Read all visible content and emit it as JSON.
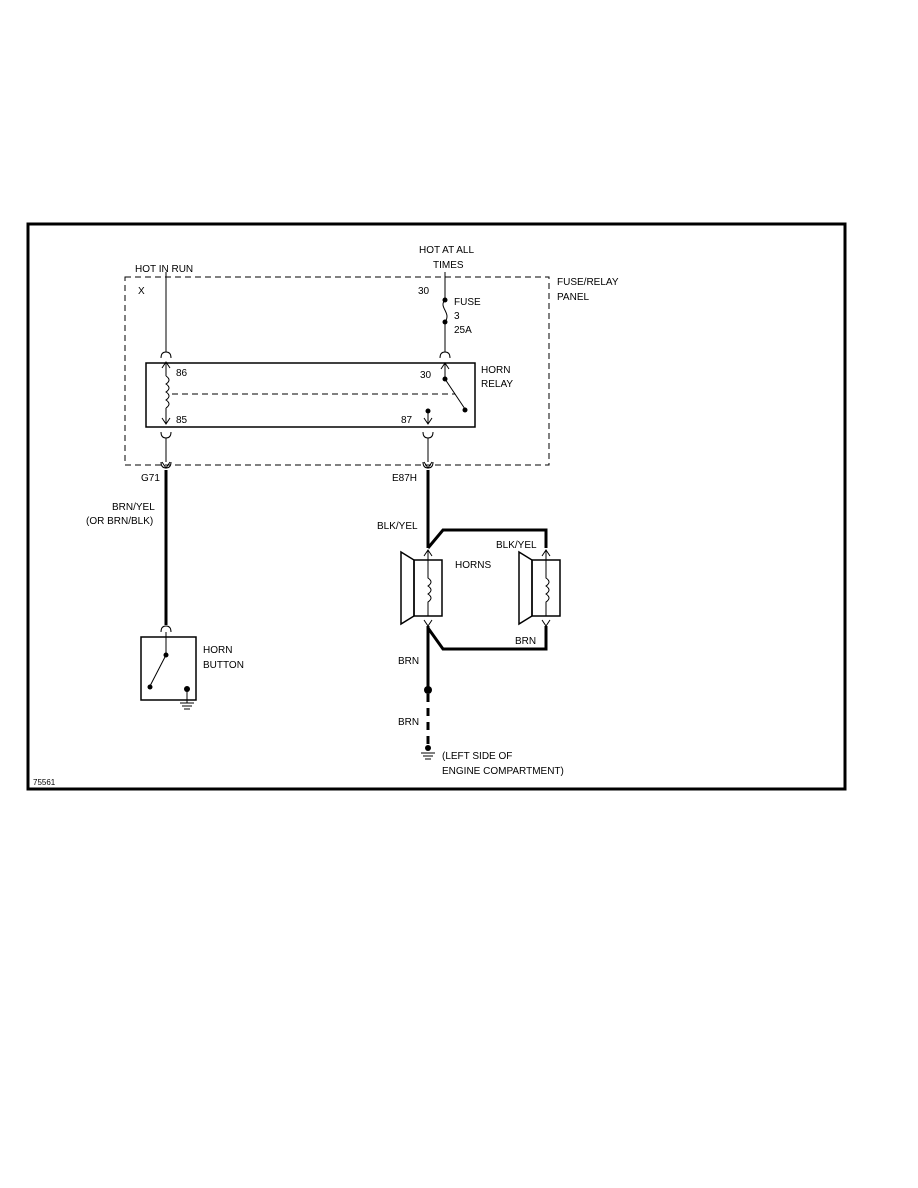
{
  "figure_id": "75561",
  "labels": {
    "hot_in_run": "HOT IN RUN",
    "hot_at_all_times_1": "HOT AT ALL",
    "hot_at_all_times_2": "TIMES",
    "fuse_relay_panel_1": "FUSE/RELAY",
    "fuse_relay_panel_2": "PANEL",
    "x_pin": "X",
    "pin_30_top": "30",
    "fuse_1": "FUSE",
    "fuse_2": "3",
    "fuse_3": "25A",
    "horn_relay_1": "HORN",
    "horn_relay_2": "RELAY",
    "pin_86": "86",
    "pin_30_relay": "30",
    "pin_85": "85",
    "pin_87": "87",
    "conn_g71": "G71",
    "conn_e87h": "E87H",
    "wire_brn_yel_1": "BRN/YEL",
    "wire_brn_yel_2": "(OR BRN/BLK)",
    "horn_button_1": "HORN",
    "horn_button_2": "BUTTON",
    "wire_blk_yel_left": "BLK/YEL",
    "wire_blk_yel_right": "BLK/YEL",
    "horns": "HORNS",
    "wire_brn_right": "BRN",
    "wire_brn_1": "BRN",
    "wire_brn_2": "BRN",
    "ground_1": "(LEFT SIDE OF",
    "ground_2": "ENGINE COMPARTMENT)"
  }
}
